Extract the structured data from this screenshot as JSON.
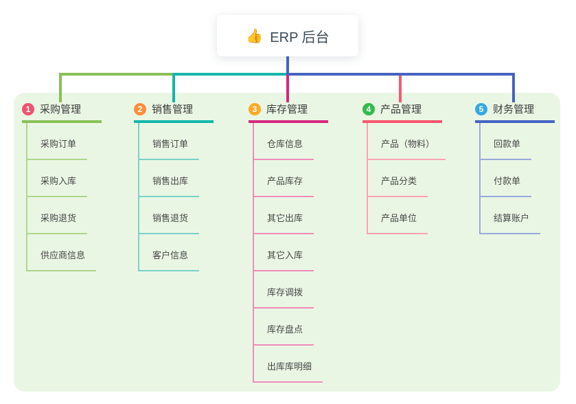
{
  "root": {
    "icon": "👍",
    "title": "ERP 后台"
  },
  "colors": {
    "panel_bg": "#eaf6e4",
    "trunk": "#4663c0",
    "root_text": "#3a4a58"
  },
  "branches": [
    {
      "index": "1",
      "label": "采购管理",
      "badge_color": "#f0536d",
      "line_color": "#88c057",
      "child_line_color": "#aed687",
      "children": [
        "采购订单",
        "采购入库",
        "采购退货",
        "供应商信息"
      ]
    },
    {
      "index": "2",
      "label": "销售管理",
      "badge_color": "#fb8e3c",
      "line_color": "#12b7aa",
      "child_line_color": "#79d2c8",
      "children": [
        "销售订单",
        "销售出库",
        "销售退货",
        "客户信息"
      ]
    },
    {
      "index": "3",
      "label": "库存管理",
      "badge_color": "#feaa26",
      "line_color": "#d6277e",
      "child_line_color": "#ef8cba",
      "children": [
        "仓库信息",
        "产品库存",
        "其它出库",
        "其它入库",
        "库存调拨",
        "库存盘点",
        "出库库明细"
      ]
    },
    {
      "index": "4",
      "label": "产品管理",
      "badge_color": "#33b94c",
      "line_color": "#f8566f",
      "child_line_color": "#fba3b0",
      "children": [
        "产品（物料）",
        "产品分类",
        "产品单位"
      ]
    },
    {
      "index": "5",
      "label": "财务管理",
      "badge_color": "#35a8e0",
      "line_color": "#4663c0",
      "child_line_color": "#97a9dc",
      "children": [
        "回款单",
        "付款单",
        "结算账户"
      ]
    }
  ]
}
